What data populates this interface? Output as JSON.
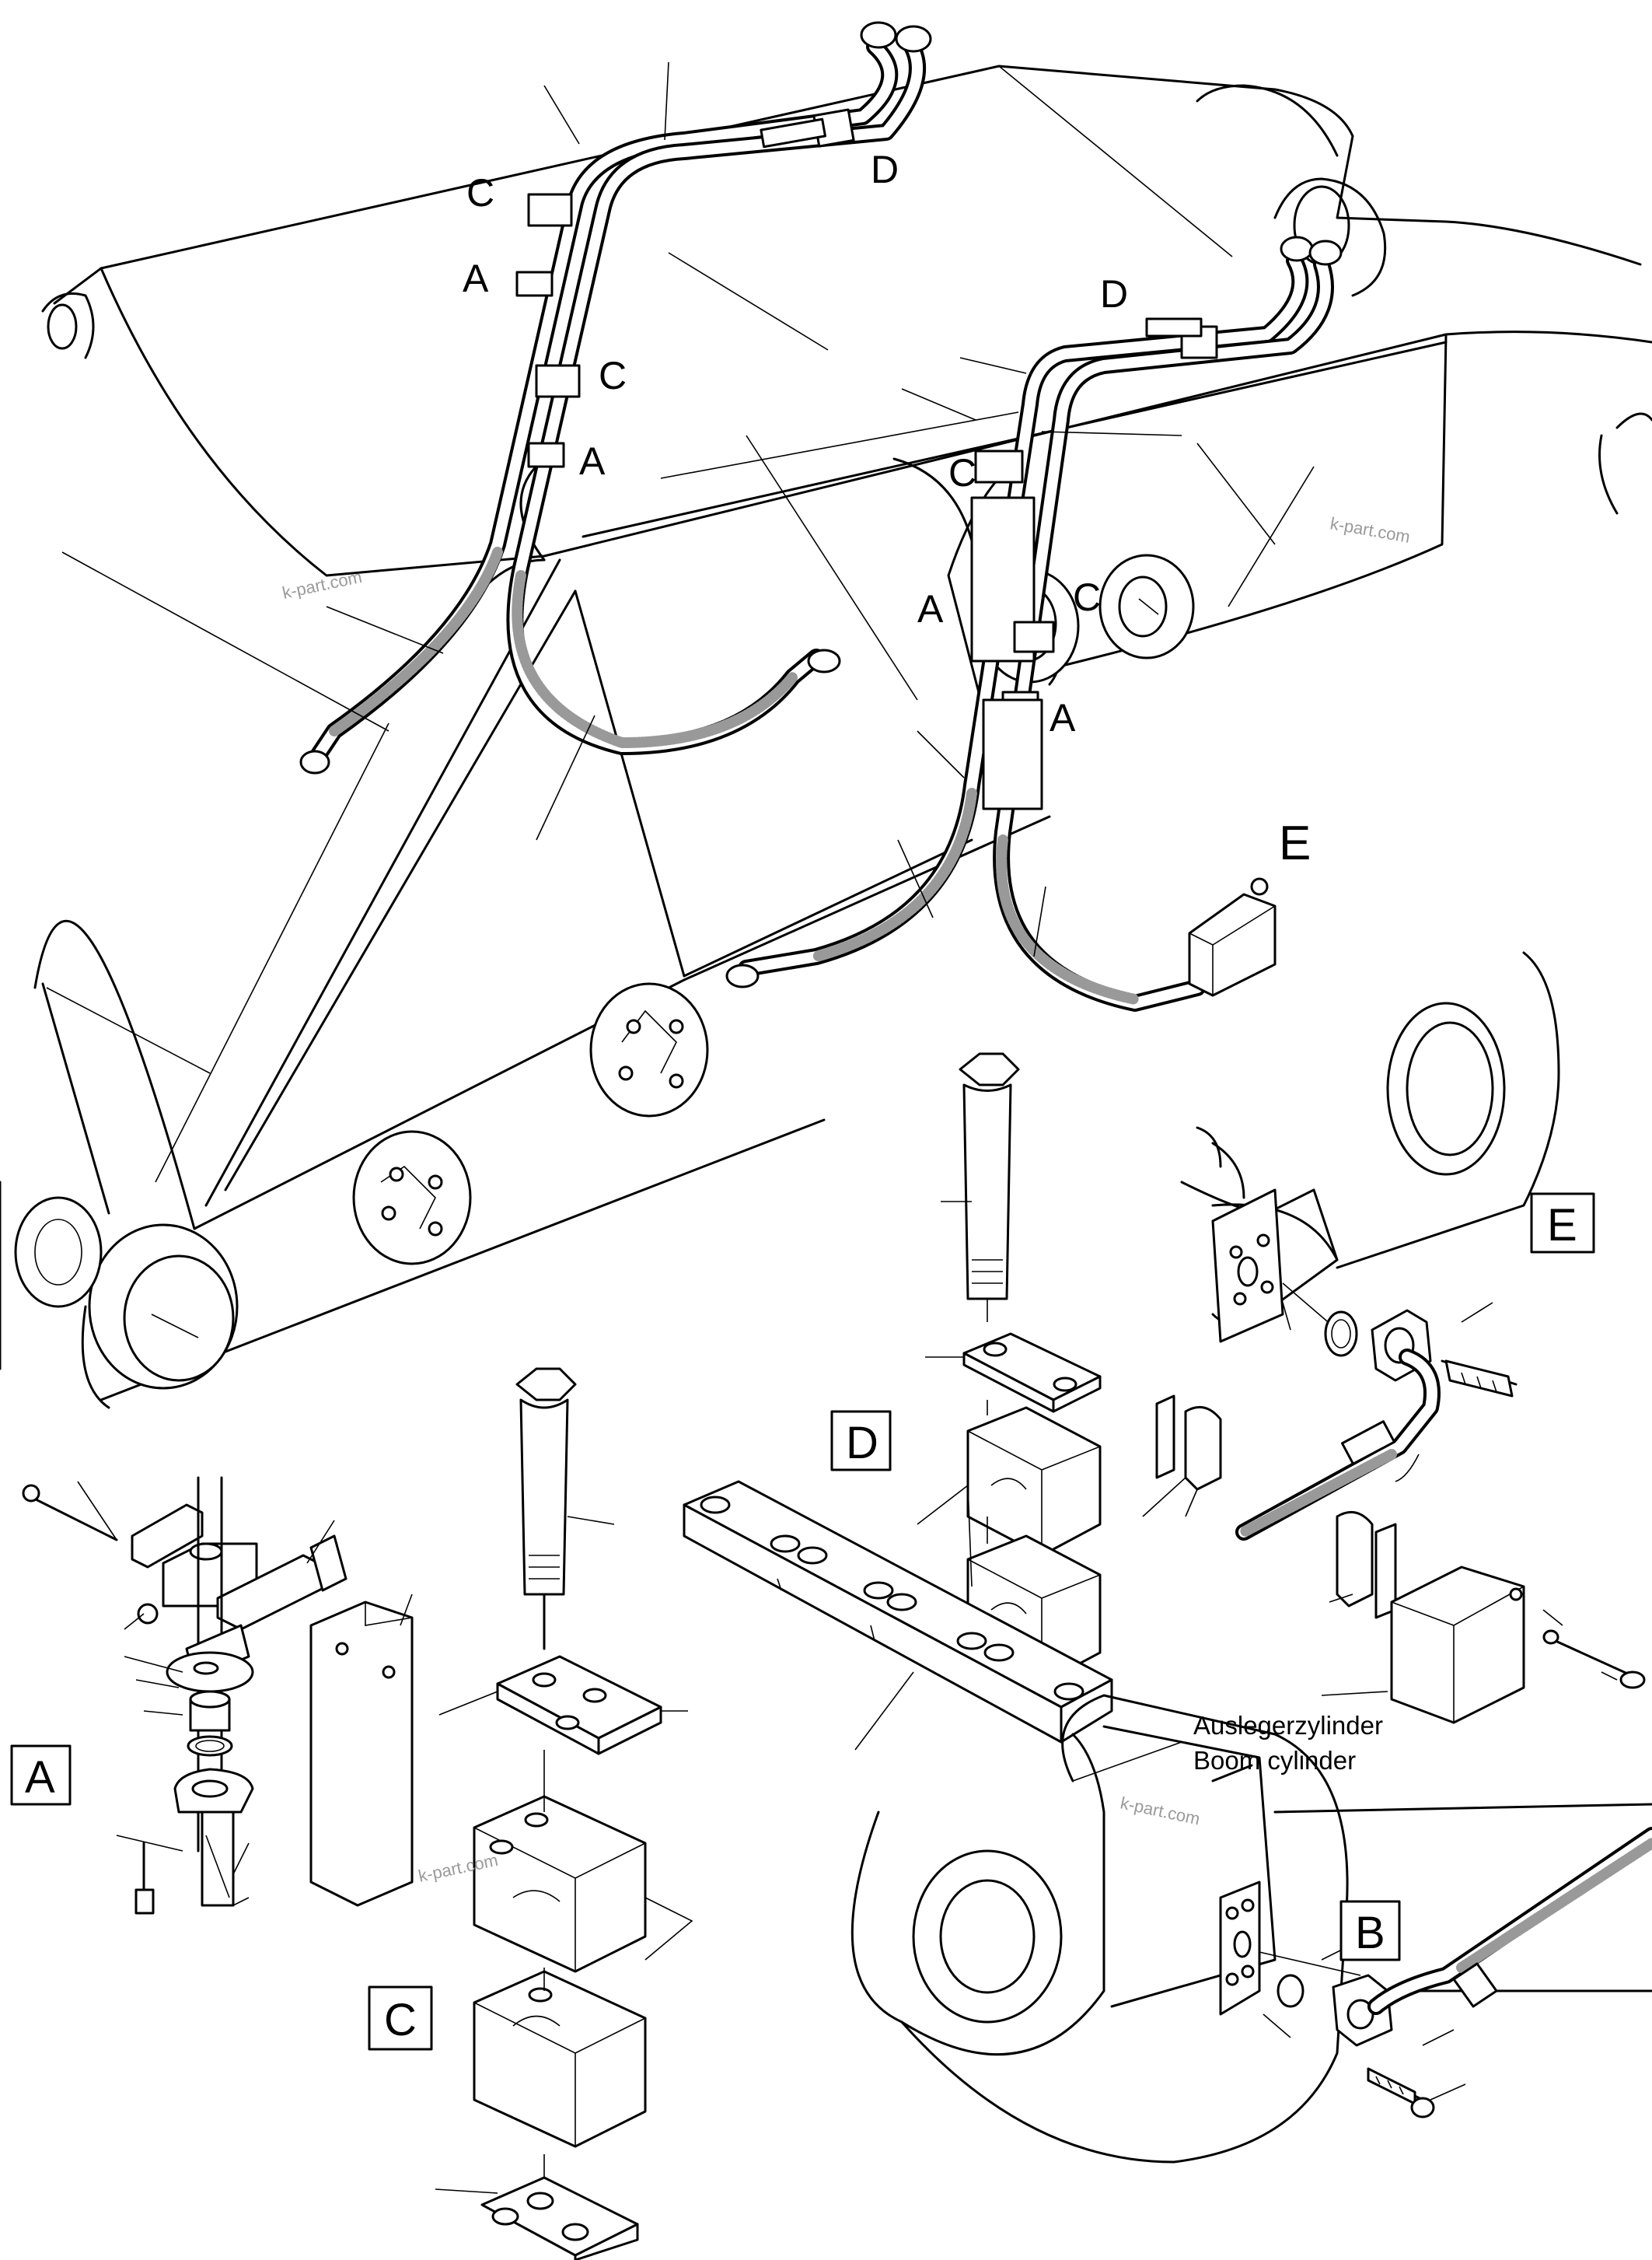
{
  "callouts": {
    "a1": "A",
    "a2": "A",
    "a3": "A",
    "a4": "A",
    "c1": "C",
    "c2": "C",
    "c3": "C",
    "c4": "C",
    "d1": "D",
    "d2": "D",
    "e": "E"
  },
  "detail_boxes": {
    "a": "A",
    "b": "B",
    "c": "C",
    "d": "D",
    "e": "E"
  },
  "caption": {
    "line1": "Auslegerzylinder",
    "line2": "Boom cylinder"
  },
  "watermarks": [
    "k-part.com",
    "k-part.com",
    "k-part.com",
    "k-part.com"
  ]
}
